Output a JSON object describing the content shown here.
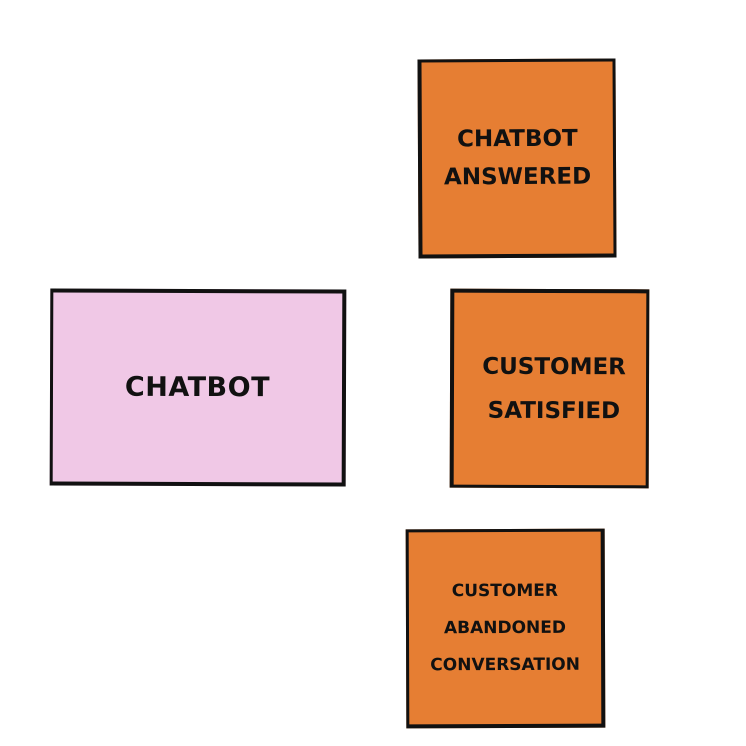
{
  "nodes": {
    "chatbot": {
      "lines": [
        "CHATBOT"
      ],
      "fill": "#f0c8e6"
    },
    "answered": {
      "lines": [
        "CHATBOT",
        "ANSWERED"
      ],
      "fill": "#e67e33"
    },
    "satisfied": {
      "lines": [
        "CUSTOMER",
        "SATISFIED"
      ],
      "fill": "#e67e33"
    },
    "abandoned": {
      "lines": [
        "CUSTOMER",
        "ABANDONED",
        "CONVERSATION"
      ],
      "fill": "#e67e33"
    }
  },
  "colors": {
    "outline": "#111111",
    "background": "#ffffff"
  }
}
